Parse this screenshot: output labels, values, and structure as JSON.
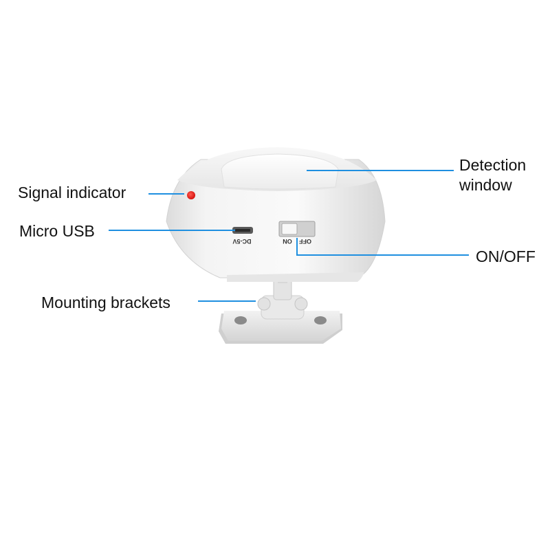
{
  "callouts": {
    "signal_indicator": "Signal indicator",
    "micro_usb": "Micro USB",
    "mounting_brackets": "Mounting brackets",
    "detection_window_line1": "Detection",
    "detection_window_line2": "window",
    "on_off": "ON/OFF"
  },
  "device_markings": {
    "port_label": "DC-5V",
    "switch_on": "ON",
    "switch_off": "OFF"
  },
  "colors": {
    "callout_line": "#1e8fe0",
    "indicator_led": "#e8201c",
    "device_body": "#f3f3f3"
  }
}
